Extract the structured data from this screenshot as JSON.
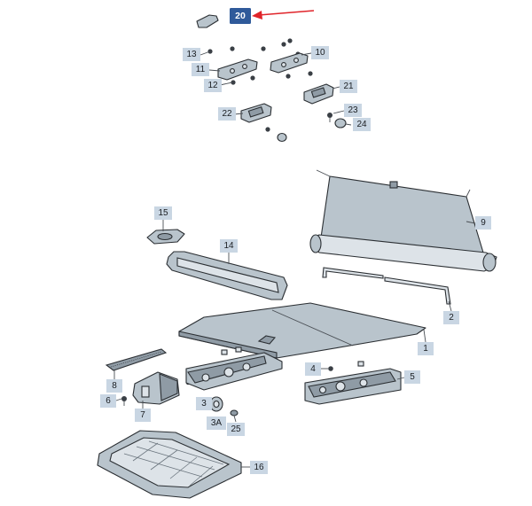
{
  "highlight": {
    "part": "20",
    "box_color": "#2f5a9a",
    "arrow_color": "#e0242a"
  },
  "labels": [
    {
      "id": "20",
      "text": "20"
    },
    {
      "id": "13",
      "text": "13"
    },
    {
      "id": "10",
      "text": "10"
    },
    {
      "id": "11",
      "text": "11"
    },
    {
      "id": "12",
      "text": "12"
    },
    {
      "id": "21",
      "text": "21"
    },
    {
      "id": "22",
      "text": "22"
    },
    {
      "id": "23",
      "text": "23"
    },
    {
      "id": "24",
      "text": "24"
    },
    {
      "id": "9",
      "text": "9"
    },
    {
      "id": "15",
      "text": "15"
    },
    {
      "id": "14",
      "text": "14"
    },
    {
      "id": "2",
      "text": "2"
    },
    {
      "id": "1",
      "text": "1"
    },
    {
      "id": "4",
      "text": "4"
    },
    {
      "id": "5",
      "text": "5"
    },
    {
      "id": "8",
      "text": "8"
    },
    {
      "id": "6",
      "text": "6"
    },
    {
      "id": "7",
      "text": "7"
    },
    {
      "id": "3",
      "text": "3"
    },
    {
      "id": "3A",
      "text": "3A"
    },
    {
      "id": "25",
      "text": "25"
    },
    {
      "id": "16",
      "text": "16"
    }
  ]
}
